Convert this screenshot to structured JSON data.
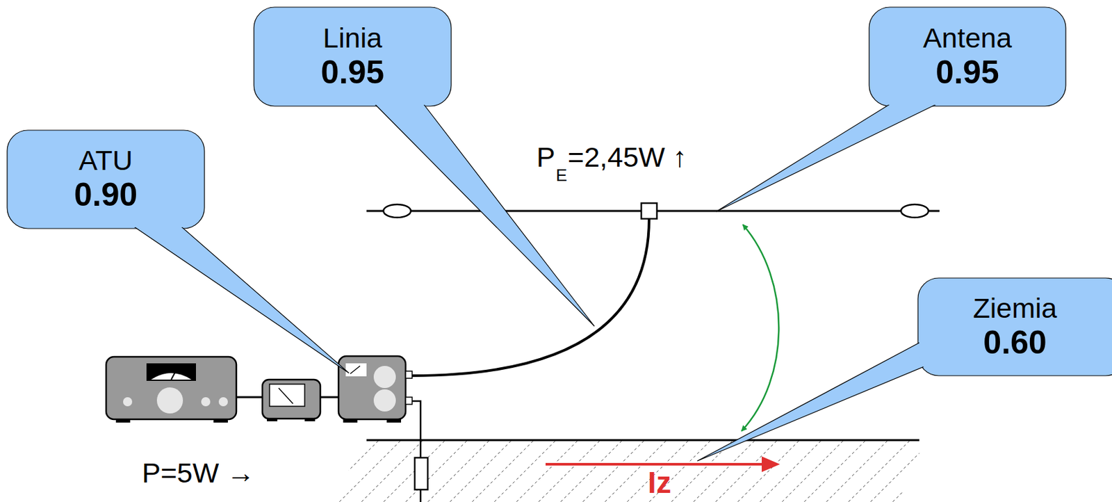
{
  "diagram": {
    "nodes": [
      {
        "text": [
          "Linia",
          "0.95"
        ]
      },
      {
        "text": [
          "Antena",
          "0.95"
        ]
      },
      {
        "text": [
          "ATU",
          "0.90"
        ]
      },
      {
        "text": [
          "Ziemia",
          "0.60"
        ]
      }
    ],
    "labels": [
      "P",
      "E",
      "=2,45W  ↑",
      "P=5W →",
      "Iz"
    ]
  }
}
